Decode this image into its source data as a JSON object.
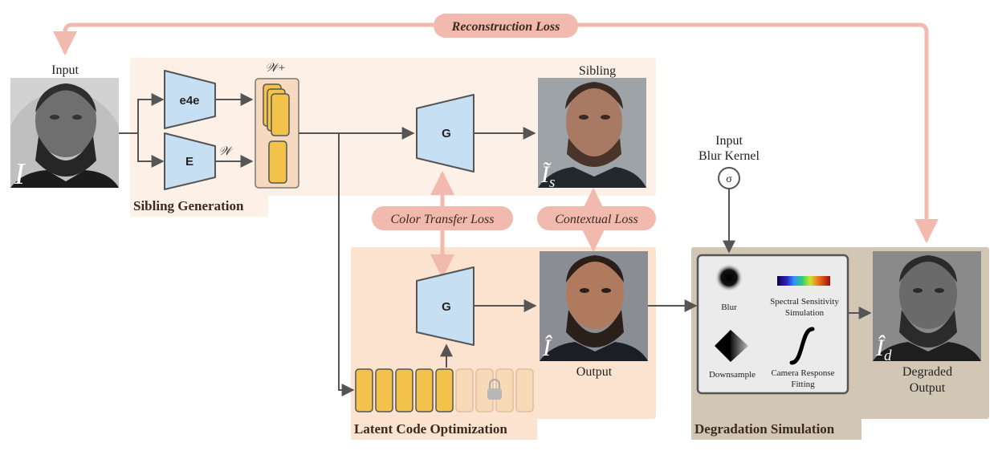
{
  "labels": {
    "input": "Input",
    "input_symbol": "I",
    "sibling": "Sibling",
    "sibling_symbol": "Ĩ",
    "sibling_sub": "s",
    "output": "Output",
    "output_symbol": "Î",
    "degraded_line1": "Degraded",
    "degraded_line2": "Output",
    "degraded_symbol": "Î",
    "degraded_sub": "d",
    "blur_kernel_line1": "Input",
    "blur_kernel_line2": "Blur Kernel",
    "sigma": "σ",
    "w_plus": "𝒲+",
    "w": "𝒲"
  },
  "blocks": {
    "e4e": "e4e",
    "E": "E",
    "G_top": "G",
    "G_bottom": "G"
  },
  "sections": {
    "sibling_generation": "Sibling Generation",
    "latent_code_optimization": "Latent Code Optimization",
    "degradation_simulation": "Degradation Simulation"
  },
  "losses": {
    "reconstruction": "Reconstruction Loss",
    "color_transfer": "Color Transfer Loss",
    "contextual": "Contextual Loss"
  },
  "degradation_steps": {
    "blur": "Blur",
    "spectral_line1": "Spectral Sensitivity",
    "spectral_line2": "Simulation",
    "downsample": "Downsample",
    "camera_line1": "Camera Response",
    "camera_line2": "Fitting"
  },
  "colors": {
    "loss_pill": "#f2b9ae",
    "loss_arrow": "#f2b9ae",
    "generator_fill": "#c6dff2",
    "latent_fill": "#f2c24a",
    "sibling_bg": "#fdf0e6",
    "latent_bg": "#fbe3d0",
    "degradation_bg": "#d2c6b4"
  }
}
